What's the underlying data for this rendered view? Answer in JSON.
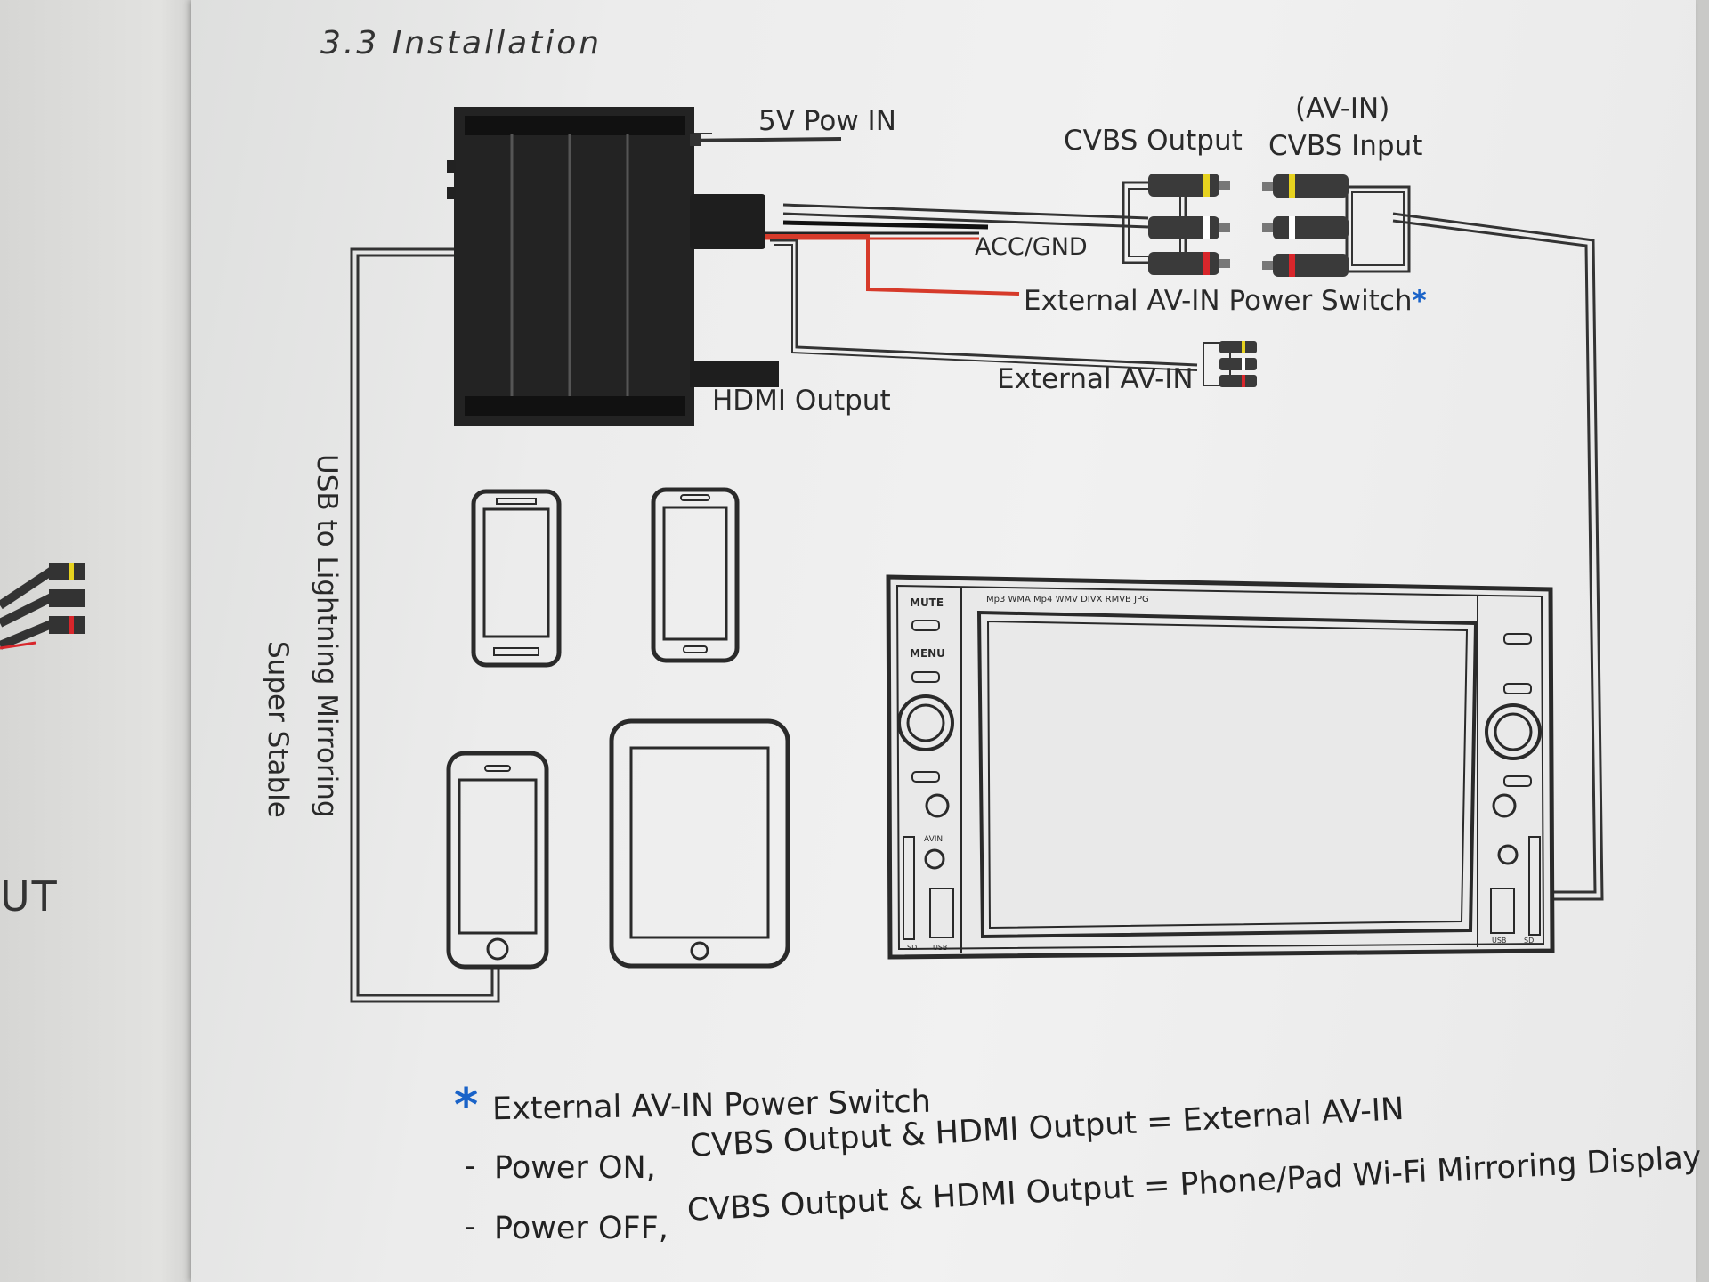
{
  "section_title": "3.3 Installation",
  "left_page_text": "UT",
  "labels": {
    "power_in": "5V Pow IN",
    "cvbs_output": "CVBS Output",
    "av_in_paren": "(AV-IN)",
    "cvbs_input": "CVBS Input",
    "acc_gnd": "ACC/GND",
    "external_power_switch": "External AV-IN Power Switch",
    "external_av_in": "External AV-IN",
    "hdmi_output": "HDMI Output",
    "usb_line1": "USB to Lightning Mirroring",
    "usb_line2": "Super Stable"
  },
  "head_unit": {
    "mute_label": "MUTE",
    "menu_label": "MENU",
    "format_text": "Mp3 WMA Mp4 WMV DIVX RMVB JPG",
    "avin_label": "AVIN",
    "sd_label": "SD",
    "usb_label": "USB"
  },
  "notes": {
    "star": "*",
    "heading": "External AV-IN Power Switch",
    "dash": "-",
    "on_label": "Power ON,",
    "on_text": "CVBS Output & HDMI Output = External AV-IN",
    "off_label": "Power OFF,",
    "off_text": "CVBS Output & HDMI Output = Phone/Pad Wi-Fi Mirroring Display"
  },
  "colors": {
    "accent_star": "#1a63c8",
    "rca_yellow": "#e6d21f",
    "rca_red": "#d8262b",
    "red_wire": "#d63a2a",
    "box": "#232323"
  }
}
